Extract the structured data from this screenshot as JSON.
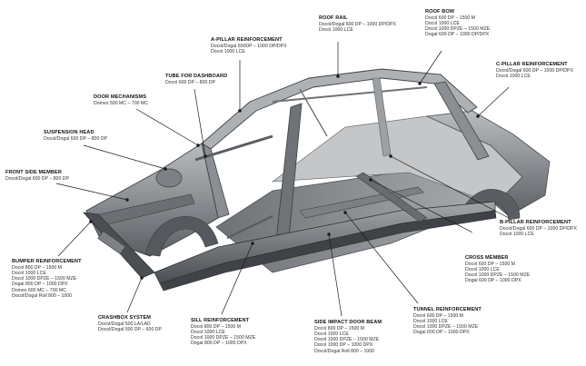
{
  "callouts": [
    {
      "key": "roof-rail",
      "title": "ROOF RAIL",
      "lines": [
        "Docol/Dogal 600 DP – 1000 DP/DPX",
        "Docol 1000 LCE"
      ]
    },
    {
      "key": "roof-bow",
      "title": "ROOF BOW",
      "lines": [
        "Docol 600 DP – 1500 M",
        "Docol 1000 LCE",
        "Docol 1000 DPZE – 1500 MZE",
        "Dogal 600 DP – 1000 DP/DPX"
      ]
    },
    {
      "key": "a-pillar-reinforcement",
      "title": "A-PILLAR REINFORCEMENT",
      "lines": [
        "Docol/Dogal 600DP – 1000 DP/DPX",
        "Docol 1000 LCE"
      ]
    },
    {
      "key": "c-pillar-reinforcement",
      "title": "C-PILLAR REINFORCEMENT",
      "lines": [
        "Docol/Dogal 600 DP – 1000 DP/DPX",
        "Docol 1000 LCE"
      ]
    },
    {
      "key": "tube-for-dashboard",
      "title": "TUBE FOR DASHBOARD",
      "lines": [
        "Docol 600 DP – 800 DP"
      ]
    },
    {
      "key": "door-mechanisms",
      "title": "DOOR MECHANISMS",
      "lines": [
        "Domex 500 MC – 700 MC"
      ]
    },
    {
      "key": "suspension-head",
      "title": "SUSPENSION HEAD",
      "lines": [
        "Docol/Dogal 600 DP – 800 DP"
      ]
    },
    {
      "key": "front-side-member",
      "title": "FRONT SIDE MEMBER",
      "lines": [
        "Docol/Dogal 600 DP – 800 DP"
      ]
    },
    {
      "key": "b-pillar-reinforcement",
      "title": "B-PILLAR REINFORCEMENT",
      "lines": [
        "Docol/Dogal 600 DP – 1000 DP/DPX",
        "Docol 1000 LCE"
      ]
    },
    {
      "key": "cross-member",
      "title": "CROSS MEMBER",
      "lines": [
        "Docol 600 DP – 1500 M",
        "Docol 1000 LCE",
        "Docol 1000 DPZE – 1500 MZE",
        "Dogal 600 DP – 1000 DPX"
      ]
    },
    {
      "key": "bumper-reinforcement",
      "title": "BUMPER REINFORCEMENT",
      "lines": [
        "Docol 800 DP – 1500 M",
        "Docol 1000 LCE",
        "Docol 1000 DPZE – 1500 MZE",
        "Dogal 800 DP – 1000 DPX",
        "Domex 600 MC – 700 MC",
        "Docol/Dogal Roll 800 – 1000"
      ]
    },
    {
      "key": "tunnel-reinforcement",
      "title": "TUNNEL REINFORCEMENT",
      "lines": [
        "Docol 600 DP – 1500 M",
        "Docol 1000 LCE",
        "Docol 1000 DPZE – 1500 MZE",
        "Dogal 600 DP – 1000 DPX"
      ]
    },
    {
      "key": "crashbox-system",
      "title": "CRASHBOX SYSTEM",
      "lines": [
        "Docol/Dogal 500 LA/LAD",
        "Docol/Dogal 500 DP – 600 DP"
      ]
    },
    {
      "key": "sill-reinforcement",
      "title": "SILL REINFORCEMENT",
      "lines": [
        "Docol 800 DP – 1500 M",
        "Docol 1000 LCE",
        "Docol 1000 DPZE – 1500 MZE",
        "Dogal 800 DP – 1000 DPX"
      ]
    },
    {
      "key": "side-impact-door-beam",
      "title": "SIDE IMPACT DOOR BEAM",
      "lines": [
        "Docol 800 DP – 1500 M",
        "Docol 1000 LCE",
        "Docol 1000 DPZE – 1500 MZE",
        "Docol 1000 DP – 1000 DPX",
        "Docol/Dogal Roll 800 – 1000"
      ]
    }
  ],
  "colors": {
    "background": "#ffffff",
    "text": "#111111",
    "body_dark": "#55595d",
    "body_light": "#c9cbcd",
    "leader": "#1a1a1a"
  }
}
